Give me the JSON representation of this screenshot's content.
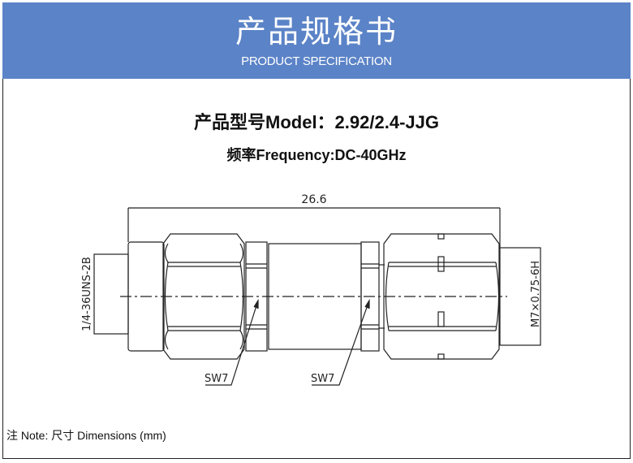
{
  "header": {
    "title": "产品规格书",
    "subtitle": "PRODUCT SPECIFICATION"
  },
  "model": "产品型号Model：2.92/2.4-JJG",
  "frequency": "频率Frequency:DC-40GHz",
  "drawing": {
    "length": "26.6",
    "left_thread": "1/4-36UNS-2B",
    "right_thread": "M7×0.75-6H",
    "wrench_left": "SW7",
    "wrench_right": "SW7"
  },
  "note": "注 Note:  尺寸 Dimensions (mm)"
}
